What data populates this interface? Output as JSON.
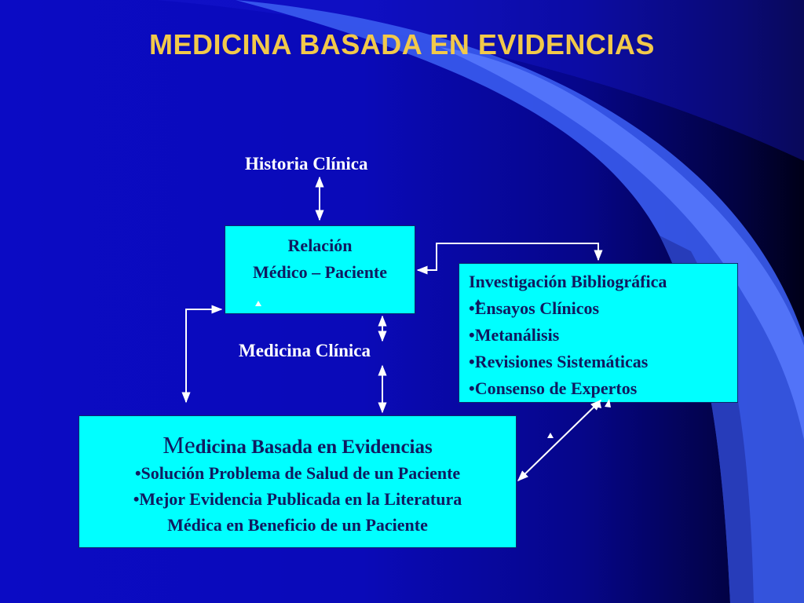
{
  "slide": {
    "title": "MEDICINA BASADA EN EVIDENCIAS"
  },
  "labels": {
    "historia": "Historia Clínica",
    "medicina_clinica": "Medicina Clínica"
  },
  "relacion_box": {
    "line1": "Relación",
    "line2": "Médico – Paciente"
  },
  "investigacion_box": {
    "heading": "Investigación Bibliográfica",
    "items": [
      "•Ensayos Clínicos",
      "•Metanálisis",
      "•Revisiones Sistemáticas",
      "•Consenso de Expertos"
    ]
  },
  "mbe_box": {
    "heading_first": "Me",
    "heading_rest": "dicina Basada en Evidencias",
    "lines": [
      "•Solución Problema de Salud de un Paciente",
      "•Mejor Evidencia Publicada en la Literatura",
      "Médica en Beneficio de un Paciente"
    ]
  },
  "colors": {
    "title": "#f2c94a",
    "box_fill": "#00ffff",
    "box_text": "#101a60",
    "arrow": "#ffffff"
  }
}
